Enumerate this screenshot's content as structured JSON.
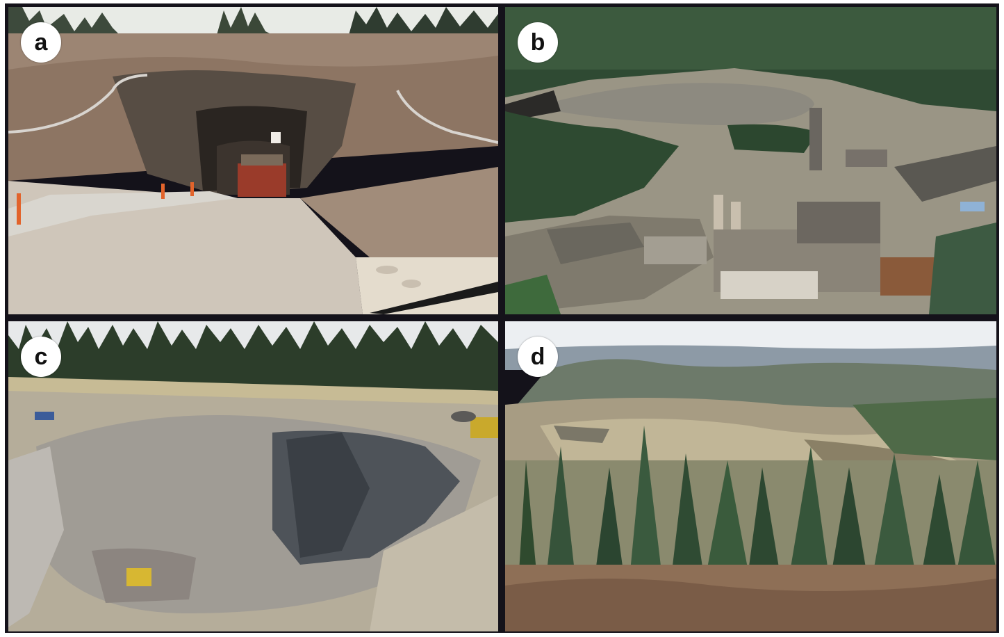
{
  "panels": {
    "a": {
      "label": "a"
    },
    "b": {
      "label": "b"
    },
    "c": {
      "label": "c"
    },
    "d": {
      "label": "d"
    }
  },
  "colors": {
    "frame": "#14121a",
    "badge_bg": "#ffffff",
    "badge_text": "#111111",
    "forest": "#2f4a33",
    "gravel": "#b8aa98",
    "rock": "#5b5650",
    "sky": "#e9ecef"
  }
}
